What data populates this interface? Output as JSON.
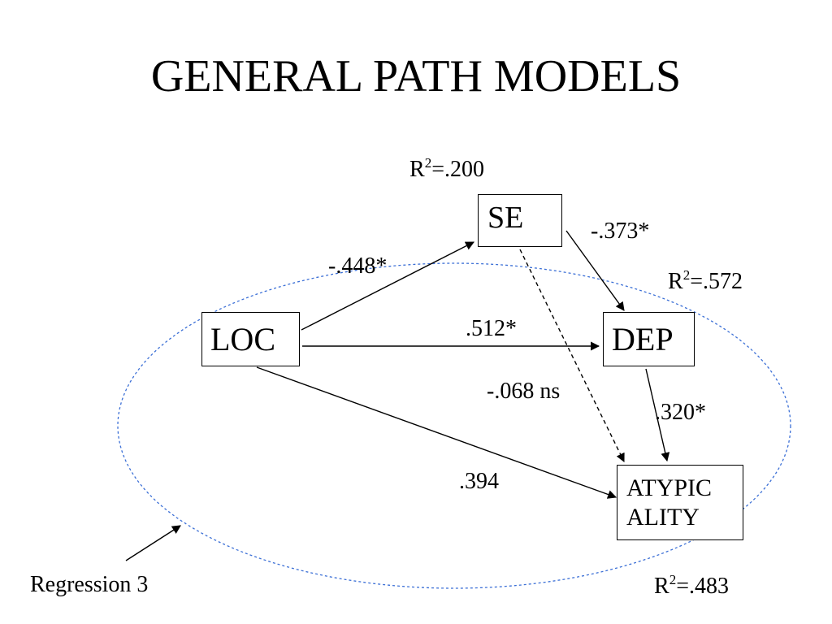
{
  "title": "GENERAL PATH MODELS",
  "nodes": {
    "se": "SE",
    "loc": "LOC",
    "dep": "DEP",
    "atypicality_line1": "ATYPIC",
    "atypicality_line2": "ALITY"
  },
  "paths": {
    "loc_se": "-.448*",
    "se_dep": "-.373*",
    "loc_dep": ".512*",
    "se_atyp": "-.068 ns",
    "dep_atyp": ".320*",
    "loc_atyp": ".394"
  },
  "r_squared": {
    "symbol": "R",
    "exponent": "2",
    "se": "=.200",
    "dep": "=.572",
    "atypicality": "=.483"
  },
  "regression_label": "Regression 3",
  "colors": {
    "ellipse": "#3b6fd6",
    "lines": "#000000",
    "text": "#000000"
  }
}
